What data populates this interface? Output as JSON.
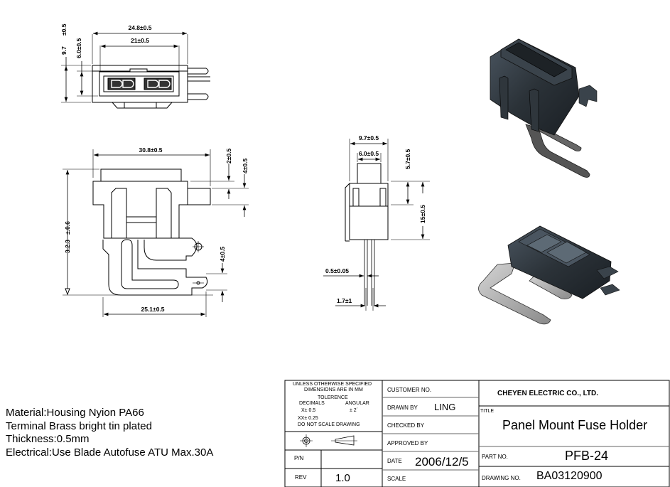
{
  "views": {
    "front": {
      "overall_width": "24.8±0.5",
      "inner_width": "21±0.5",
      "overall_height_value": "9.7",
      "overall_height_tol": "±0.5",
      "inner_height": "6.0±0.5"
    },
    "side": {
      "overall_width": "30.8±0.5",
      "step_a": "2±0.5",
      "step_b": "4±0.5",
      "height_value": "3.2.3",
      "height_tol": "±.0.6",
      "terminal_pitch": "4±0.5",
      "terminal_span": "25.1±0.5"
    },
    "end": {
      "overall_width": "9.7±0.5",
      "top_width": "6.0±0.5",
      "top_height": "5.7±0.5",
      "body_height": "15±0.5",
      "thickness": "0.5±0.05",
      "terminal_gap": "1.7±1"
    },
    "iso_views": [
      "3d-view-upright",
      "3d-view-lying"
    ]
  },
  "notes": [
    "Material:Housing Nyion PA66",
    "Terminal Brass bright tin plated",
    "Thickness:0.5mm",
    "Electrical:Use Blade Autofuse ATU Max.30A"
  ],
  "title_block": {
    "tolerance": {
      "line1": "UNLESS OTHERWISE SPECIFIED",
      "line2": "DIMENSIONS ARE IN MM",
      "line3": "TOLERENCE",
      "decimals_label": "DECIMALS",
      "angular_label": "ANGULAR",
      "x_tol": "X± 0.5",
      "angular_tol": "±  2´",
      "xx_tol": "XX± 0.25",
      "no_scale": "DO NOT SCALE DRAWING"
    },
    "pn_label": "P/N",
    "pn_value": "",
    "rev_label": "REV",
    "rev_value": "1.0",
    "customer_label": "CUSTOMER NO.",
    "drawn_label": "DRAWN BY",
    "drawn_value": "LING",
    "checked_label": "CHECKED BY",
    "approved_label": "APPROVED BY",
    "date_label": "DATE",
    "date_value": "2006/12/5",
    "scale_label": "SCALE",
    "company": "CHEYEN  ELECTRIC CO., LTD.",
    "title_label": "TITLE",
    "title_value": "Panel Mount Fuse Holder",
    "part_label": "PART NO.",
    "part_value": "PFB-24",
    "drawing_label": "DRAWING NO.",
    "drawing_value": "BA03120900"
  }
}
